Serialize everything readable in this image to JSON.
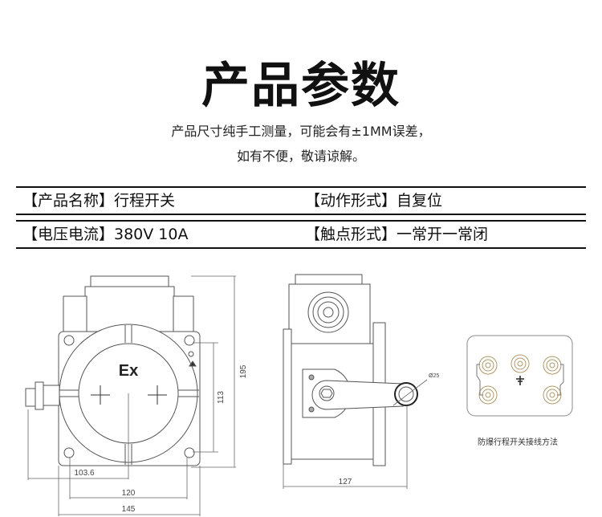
{
  "title": "产品参数",
  "subtitle_line1": "产品尺寸纯手工测量，可能会有±1MM误差，",
  "subtitle_line2": "如有不便，敬请谅解。",
  "specs": [
    {
      "left": "【产品名称】行程开关",
      "right": "【动作形式】自复位"
    },
    {
      "left": "【电压电流】380V   10A",
      "right": "【触点形式】一常开一常闭"
    }
  ],
  "drawing": {
    "ex_mark": "Ex",
    "dims_front": {
      "height": "195",
      "hole_spacing_v": "113",
      "cable_offset": "103.6",
      "hole_spacing_h": "120",
      "width": "145"
    },
    "dims_side": {
      "depth": "127",
      "roller_diameter": "Ø25"
    },
    "wiring_caption": "防爆行程开关接线方法"
  }
}
